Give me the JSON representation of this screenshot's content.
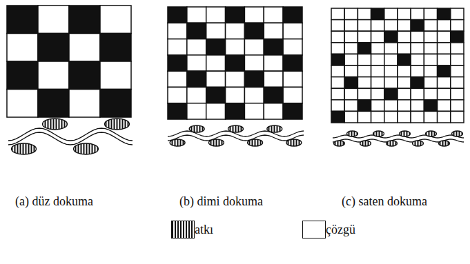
{
  "diagram": {
    "labels": [
      "(a) düz dokuma",
      "(b) dimi dokuma",
      "(c) saten dokuma"
    ],
    "legend": [
      {
        "text": "atkı"
      },
      {
        "text": "çözgü",
        "color": "#ffffff"
      }
    ]
  }
}
